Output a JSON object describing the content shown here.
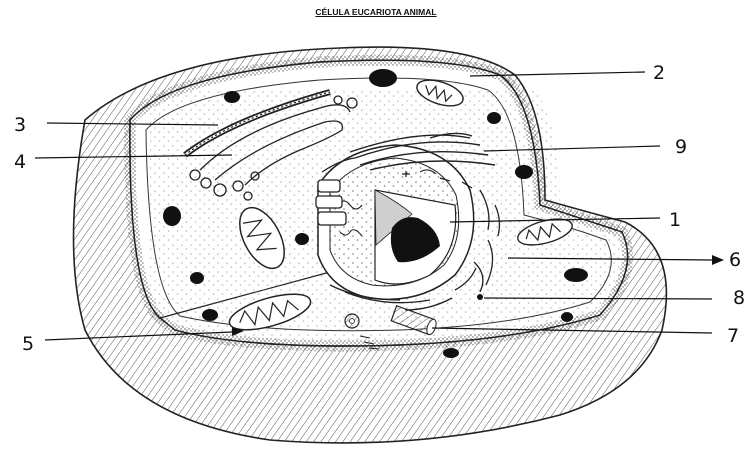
{
  "title": "CÉLULA EUCARIOTA ANIMAL",
  "labels": [
    {
      "id": "label-1",
      "text": "1"
    },
    {
      "id": "label-2",
      "text": "2"
    },
    {
      "id": "label-3",
      "text": "3"
    },
    {
      "id": "label-4",
      "text": "4"
    },
    {
      "id": "label-5",
      "text": "5"
    },
    {
      "id": "label-6",
      "text": "6"
    },
    {
      "id": "label-7",
      "text": "7"
    },
    {
      "id": "label-8",
      "text": "8"
    },
    {
      "id": "label-9",
      "text": "9"
    }
  ]
}
